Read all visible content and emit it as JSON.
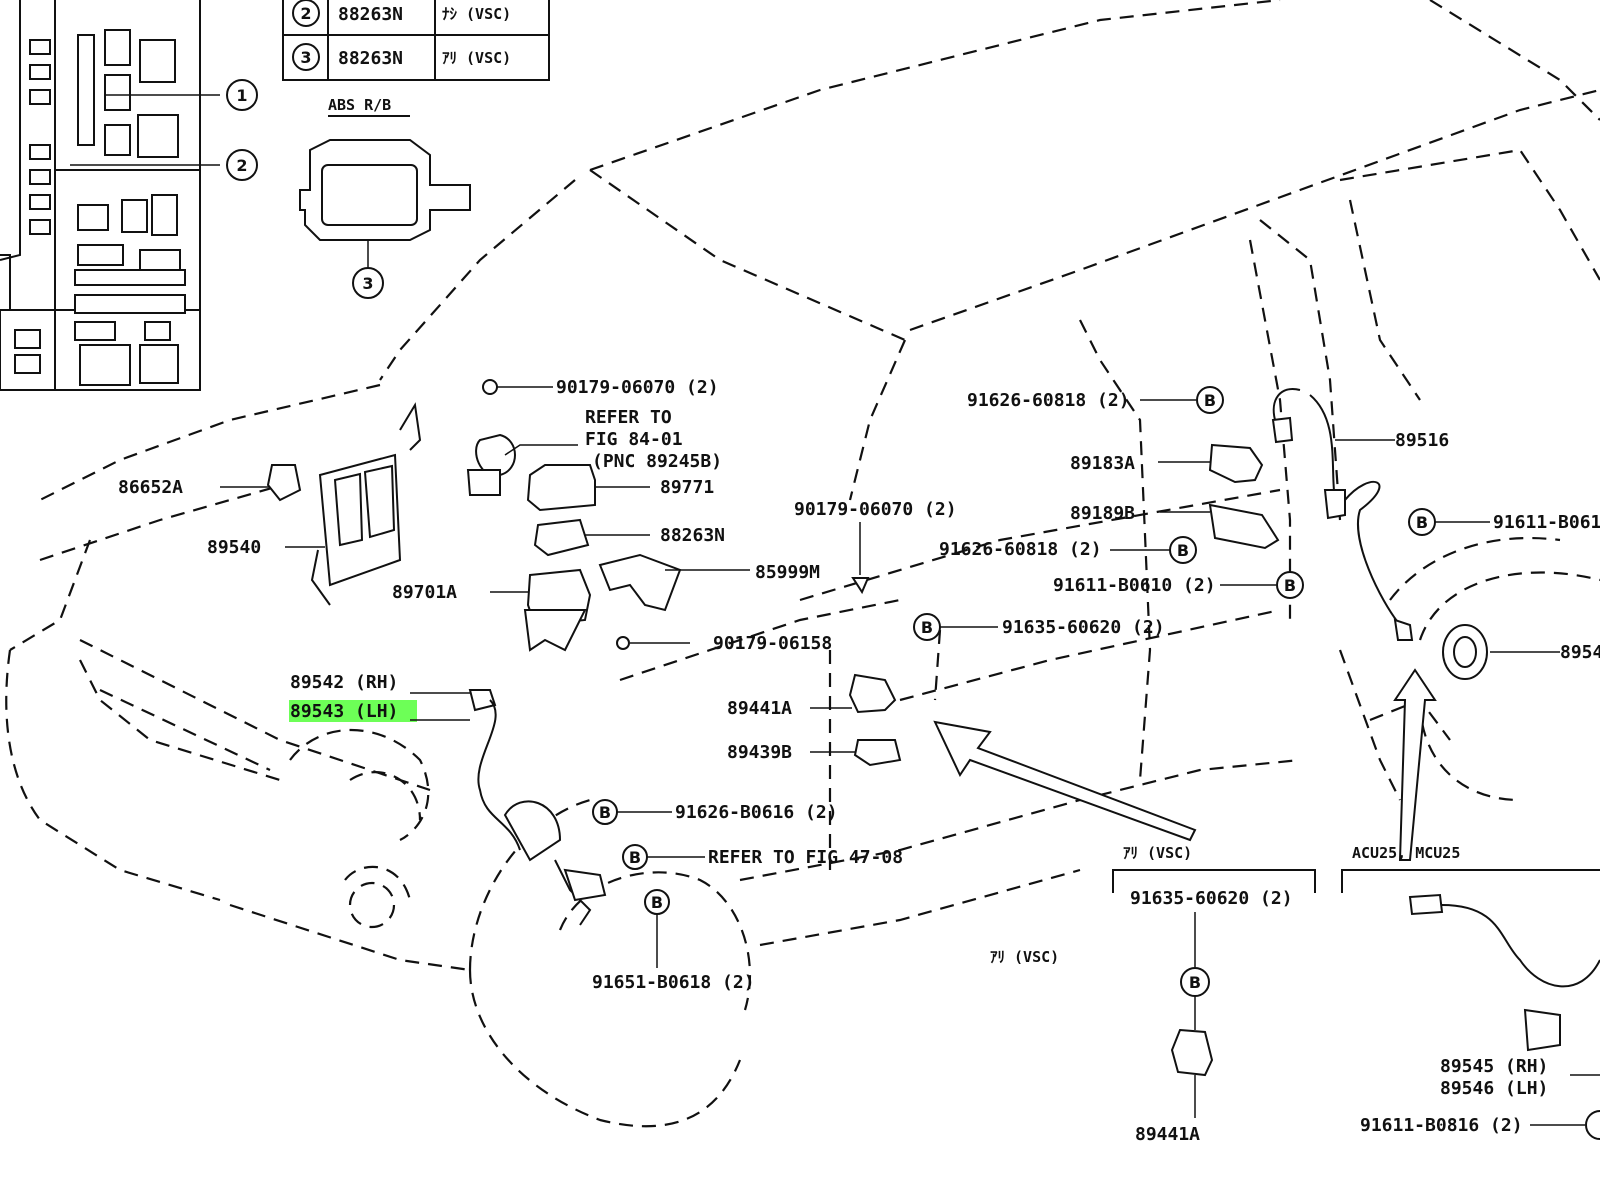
{
  "legend": {
    "rows": [
      {
        "num": "2",
        "part": "88263N",
        "note": "ﾅｼ (VSC)"
      },
      {
        "num": "3",
        "part": "88263N",
        "note": "ｱﾘ (VSC)"
      }
    ]
  },
  "callouts": {
    "c1": "1",
    "c2": "2",
    "c3": "3"
  },
  "abs_label": "ABS R/B",
  "parts": {
    "p90179_06070_top": "90179-06070 (2)",
    "refer_to_l1": "REFER TO",
    "refer_to_l2": "FIG 84-01",
    "refer_to_l3": "(PNC 89245B)",
    "p89771": "89771",
    "p86652A": "86652A",
    "p89540": "89540",
    "p88263N": "88263N",
    "p85999M": "85999M",
    "p89701A": "89701A",
    "p90179_06158": "90179-06158",
    "p89542": "89542 (RH)",
    "p89543": "89543 (LH)",
    "p89441A": "89441A",
    "p89439B": "89439B",
    "p91626_B0616": "91626-B0616 (2)",
    "refer_47": "REFER TO FIG 47-08",
    "p91651_B0618": "91651-B0618 (2)",
    "p90179_06070_mid": "90179-06070 (2)",
    "p91626_60818_a": "91626-60818 (2)",
    "p91626_60818_b": "91626-60818 (2)",
    "p89183A": "89183A",
    "p89189B": "89189B",
    "p91611_B0610": "91611-B0610 (2)",
    "p91635_60620": "91635-60620 (2)",
    "p89516": "89516",
    "p91611_B061_cut": "91611-B061",
    "p8954_cut": "8954",
    "vsc_note": "ｱﾘ (VSC)",
    "box_vsc_title": "ｱﾘ (VSC)",
    "box_vsc_part": "91635-60620 (2)",
    "box_vsc_bottom": "89441A",
    "box_acu_title": "ACU25, MCU25",
    "p89545": "89545 (RH)",
    "p89546": "89546 (LH)",
    "p91611_B0816": "91611-B0816 (2)"
  },
  "bolt_symbol": "B",
  "star": "*",
  "colors": {
    "highlight": "#54ff3a",
    "ink": "#111111",
    "paper": "#ffffff"
  }
}
